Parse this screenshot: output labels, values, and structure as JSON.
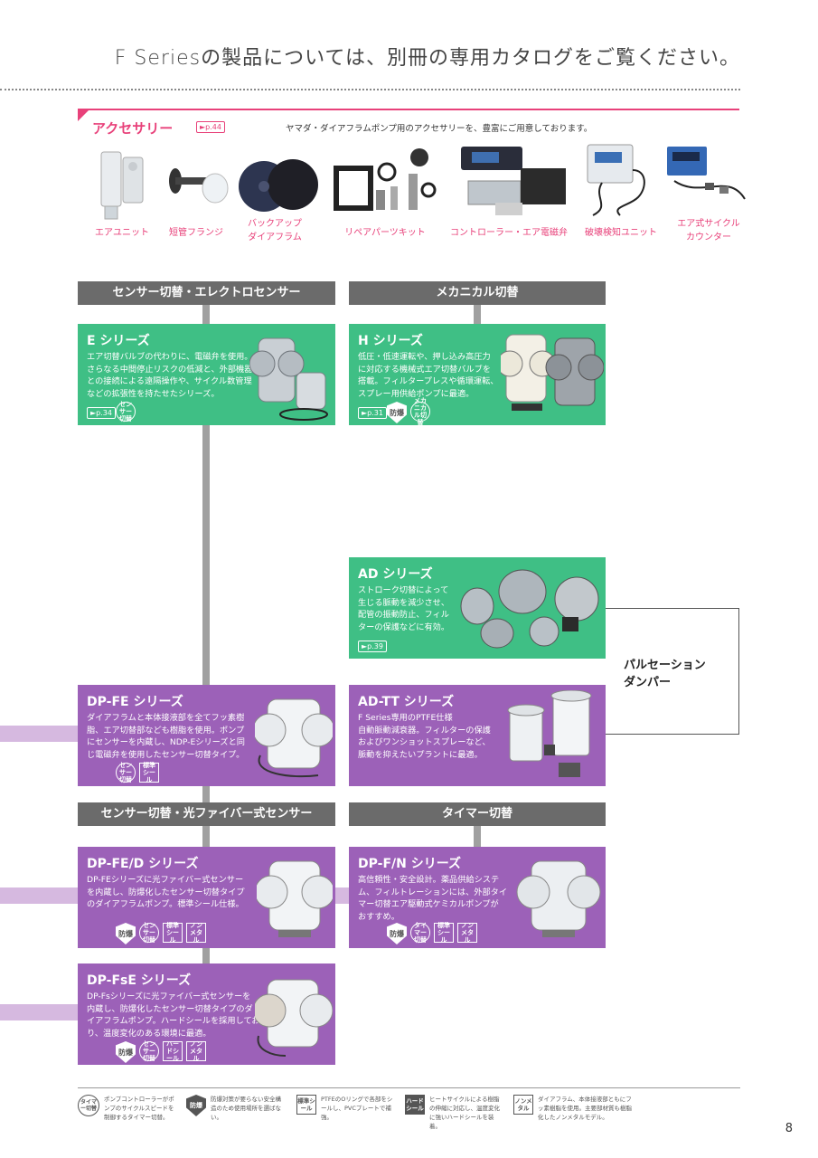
{
  "header": {
    "title": "F Seriesの製品については、別冊の専用カタログをご覧ください。"
  },
  "accessories": {
    "title": "アクセサリー",
    "page_ref": "►p.44",
    "description": "ヤマダ・ダイアフラムポンプ用のアクセサリーを、豊富にご用意しております。",
    "items": [
      {
        "label_line1": "エアユニット",
        "label_line2": ""
      },
      {
        "label_line1": "短管フランジ",
        "label_line2": ""
      },
      {
        "label_line1": "バックアップ",
        "label_line2": "ダイアフラム"
      },
      {
        "label_line1": "リペアパーツキット",
        "label_line2": ""
      },
      {
        "label_line1": "コントローラー・エア電磁弁",
        "label_line2": ""
      },
      {
        "label_line1": "破壊検知ユニット",
        "label_line2": ""
      },
      {
        "label_line1": "エア式サイクル",
        "label_line2": "カウンター"
      }
    ]
  },
  "categories": {
    "sensor_electro": "センサー切替・エレクトロセンサー",
    "mechanical": "メカニカル切替",
    "sensor_fiber": "センサー切替・光ファイバー式センサー",
    "timer": "タイマー切替"
  },
  "series": {
    "e": {
      "title": "E シリーズ",
      "desc": [
        "エア切替バルブの代わりに、電磁弁を使用。",
        "さらなる中間停止リスクの低減と、外部機器",
        "との接続による遠隔操作や、サイクル数管理",
        "などの拡張性を持たせたシリーズ。"
      ],
      "page_ref": "►p.34",
      "icons": [
        "センサー切替"
      ]
    },
    "h": {
      "title": "H シリーズ",
      "desc": [
        "低圧・低速運転や、押し込み高圧力",
        "に対応する機械式エア切替バルブを",
        "搭載。フィルタープレスや循環運転、",
        "スプレー用供給ポンプに最適。"
      ],
      "page_ref": "►p.31",
      "icons": [
        "防爆",
        "メカニカル切替"
      ]
    },
    "ad": {
      "title": "AD シリーズ",
      "desc": [
        "ストローク切替によって",
        "生じる脈動を減少させ、",
        "配管の振動防止、フィル",
        "ターの保護などに有効。"
      ],
      "page_ref": "►p.39"
    },
    "dp_fe": {
      "title": "DP-FE シリーズ",
      "desc": [
        "ダイアフラムと本体接液部を全てフッ素樹",
        "脂、エア切替部なども樹脂を使用。ポンプ",
        "にセンサーを内蔵し、NDP-Eシリーズと同",
        "じ電磁弁を使用したセンサー切替タイプ。"
      ],
      "icons": [
        "センサー切替",
        "標準シール"
      ]
    },
    "ad_tt": {
      "title": "AD-TT シリーズ",
      "desc": [
        "F Series専用のPTFE仕様",
        "自動脈動減衰器。フィルターの保護",
        "およびワンショットスプレーなど、",
        "脈動を抑えたいプラントに最適。"
      ]
    },
    "dp_fe_d": {
      "title": "DP-FE/D シリーズ",
      "desc": [
        "DP-FEシリーズに光ファイバー式センサー",
        "を内蔵し、防爆化したセンサー切替タイプ",
        "のダイアフラムポンプ。標準シール仕様。"
      ],
      "icons": [
        "防爆",
        "センサー切替",
        "標準シール",
        "ノンメタル"
      ]
    },
    "dp_fn": {
      "title": "DP-F/N シリーズ",
      "desc": [
        "高信頼性・安全設計。薬品供給システ",
        "ム、フィルトレーションには、外部タイ",
        "マー切替エア駆動式ケミカルポンプが",
        "おすすめ。"
      ],
      "icons": [
        "防爆",
        "タイマー切替",
        "標準シール",
        "ノンメタル"
      ]
    },
    "dp_fse": {
      "title": "DP-FsE シリーズ",
      "desc": [
        "DP-Fsシリーズに光ファイバー式センサーを",
        "内蔵し、防爆化したセンサー切替タイプのダ",
        "イアフラムポンプ。ハードシールを採用してお",
        "り、温度変化のある環境に最適。"
      ],
      "icons": [
        "防爆",
        "センサー切替",
        "ハードシール",
        "ノンメタル"
      ]
    }
  },
  "pulsation_damper": {
    "line1": "パルセーション",
    "line2": "ダンパー"
  },
  "legend": [
    {
      "icon": "タイマー切替",
      "text": "ポンプコントローラーがポンプのサイクルスピードを制御するタイマー切替。"
    },
    {
      "icon": "防爆",
      "text": "防爆対策が要らない安全構造のため使用場所を選ばない。"
    },
    {
      "icon": "標準シール",
      "text": "PTFEのOリングで各部をシールし、PVCプレートで補強。"
    },
    {
      "icon": "ハードシール",
      "text": "ヒートサイクルによる樹脂の伸縮に対応し、温度変化に強いハードシールを装着。"
    },
    {
      "icon": "ノンメタル",
      "text": "ダイアフラム、本体接液部ともにフッ素樹脂を使用。主要部材質も樹脂化したノンメタルモデル。"
    }
  ],
  "page_number": "8"
}
